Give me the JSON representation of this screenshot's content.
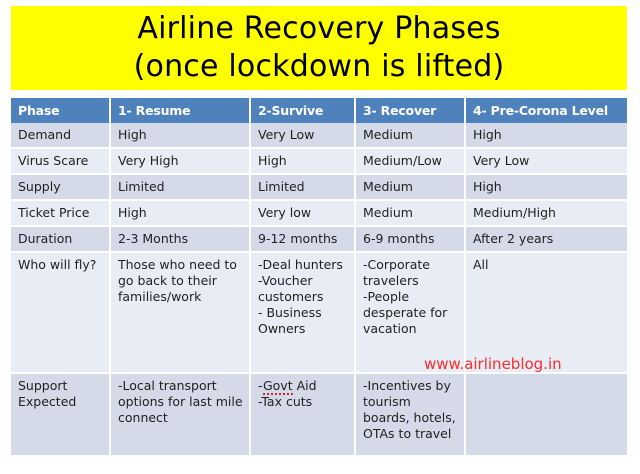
{
  "title": {
    "line1": "Airline Recovery Phases",
    "line2": "(once lockdown is lifted)",
    "background_color": "#ffff00",
    "text_color": "#000000"
  },
  "watermark": {
    "text": "www.airlineblog.in",
    "color": "#f92c2c"
  },
  "table": {
    "header_color": "#4f81bd",
    "band_dark_color": "#d4dae8",
    "band_light_color": "#e8ecf5",
    "columns": [
      "Phase",
      "1- Resume",
      "2-Survive",
      "3- Recover",
      "4- Pre-Corona Level"
    ],
    "rows": [
      {
        "label": "Demand",
        "cells": [
          "High",
          "Very Low",
          "Medium",
          "High"
        ]
      },
      {
        "label": "Virus Scare",
        "cells": [
          "Very High",
          "High",
          "Medium/Low",
          "Very Low"
        ]
      },
      {
        "label": "Supply",
        "cells": [
          "Limited",
          "Limited",
          "Medium",
          "High"
        ]
      },
      {
        "label": "Ticket Price",
        "cells": [
          "High",
          "Very low",
          "Medium",
          "Medium/High"
        ]
      },
      {
        "label": "Duration",
        "cells": [
          "2-3 Months",
          "9-12 months",
          "6-9 months",
          "After 2 years"
        ]
      },
      {
        "label": "Who will fly?",
        "cells": [
          "Those who need to go back to their families/work",
          "-Deal hunters\n-Voucher customers\n- Business Owners",
          "-Corporate travelers\n-People desperate for vacation",
          "All"
        ]
      },
      {
        "label": "Support Expected",
        "cells": [
          "-Local transport options for last mile connect",
          "-Govt Aid\n-Tax cuts",
          "-Incentives by tourism boards, hotels, OTAs to travel",
          ""
        ]
      }
    ]
  }
}
